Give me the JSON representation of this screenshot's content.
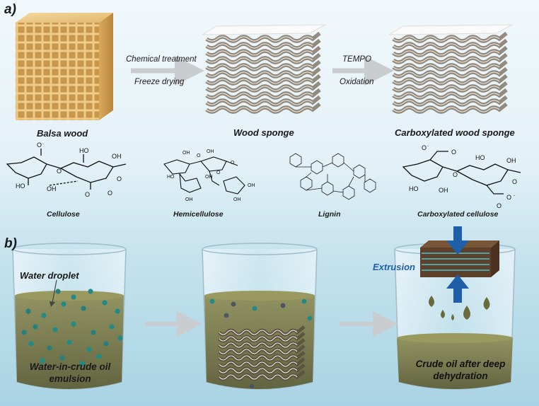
{
  "panel_a": {
    "label": "a)",
    "materials": [
      "Balsa wood",
      "Wood sponge",
      "Carboxylated  wood sponge"
    ],
    "steps": [
      {
        "line1": "Chemical treatment",
        "line2": "Freeze drying"
      },
      {
        "line1": "TEMPO",
        "line2": "Oxidation"
      }
    ],
    "molecules": [
      "Cellulose",
      "Hemicellulose",
      "Lignin",
      "Carboxylated cellulose"
    ]
  },
  "panel_b": {
    "label": "b)",
    "water_droplet": "Water droplet",
    "emulsion": "Water-in-crude oil emulsion",
    "extrusion": "Extrusion",
    "result": "Crude oil after deep dehydration"
  },
  "colors": {
    "wood": "#e6bf78",
    "sponge": "#8a8070",
    "oil": "#6b6a3c",
    "droplet": "#1f8a86",
    "arrow": "#c9cdd0",
    "extrusion_arrow": "#1f5ea8"
  }
}
